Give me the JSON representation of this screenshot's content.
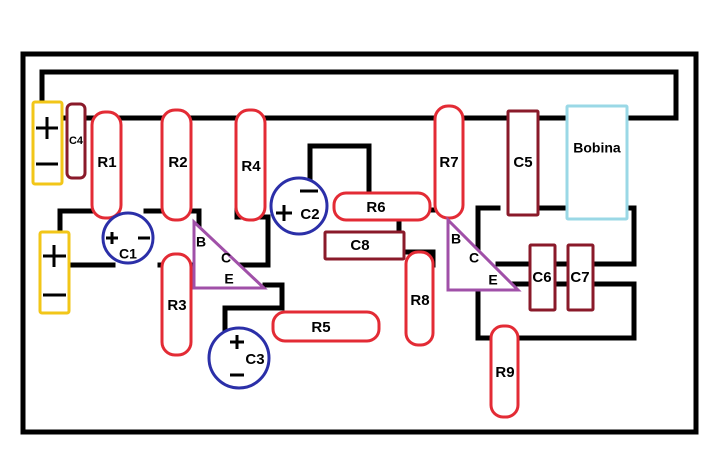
{
  "labels": {
    "r1": "R1",
    "r2": "R2",
    "r3": "R3",
    "r4": "R4",
    "r5": "R5",
    "r6": "R6",
    "r7": "R7",
    "r8": "R8",
    "r9": "R9",
    "c1": "C1",
    "c2": "C2",
    "c3": "C3",
    "c4": "C4",
    "c5": "C5",
    "c6": "C6",
    "c7": "C7",
    "c8": "C8",
    "coil": "Bobina",
    "t1_b": "B",
    "t1_c": "C",
    "t1_e": "E",
    "t2_b": "B",
    "t2_c": "C",
    "t2_e": "E"
  },
  "colors": {
    "resistor": "#e32b35",
    "capacitor": "#8a1a2a",
    "electrolytic": "#2b2fa8",
    "battery": "#f2c618",
    "coil": "#9ad8e6",
    "transistor": "#a050a8",
    "wire": "#000000"
  }
}
